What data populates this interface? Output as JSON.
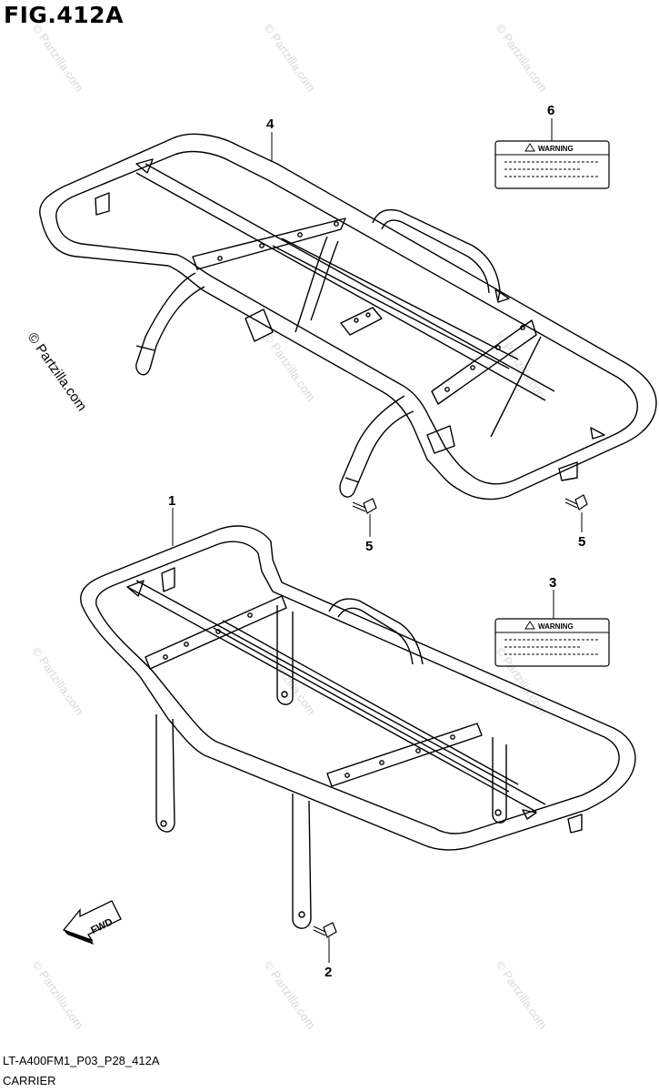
{
  "figure": {
    "title": "FIG.412A",
    "drawing_code": "LT-A400FM1_P03_P28_412A",
    "name": "CARRIER"
  },
  "callouts": {
    "p1": "1",
    "p2": "2",
    "p3": "3",
    "p4": "4",
    "p5a": "5",
    "p5b": "5",
    "p6": "6"
  },
  "labels": {
    "rear_warning": "WARNING",
    "front_warning": "WARNING"
  },
  "direction_marker": "FWD",
  "watermark": "© Partzilla.com",
  "colors": {
    "line": "#000000",
    "watermark": "#d9d9d9"
  }
}
